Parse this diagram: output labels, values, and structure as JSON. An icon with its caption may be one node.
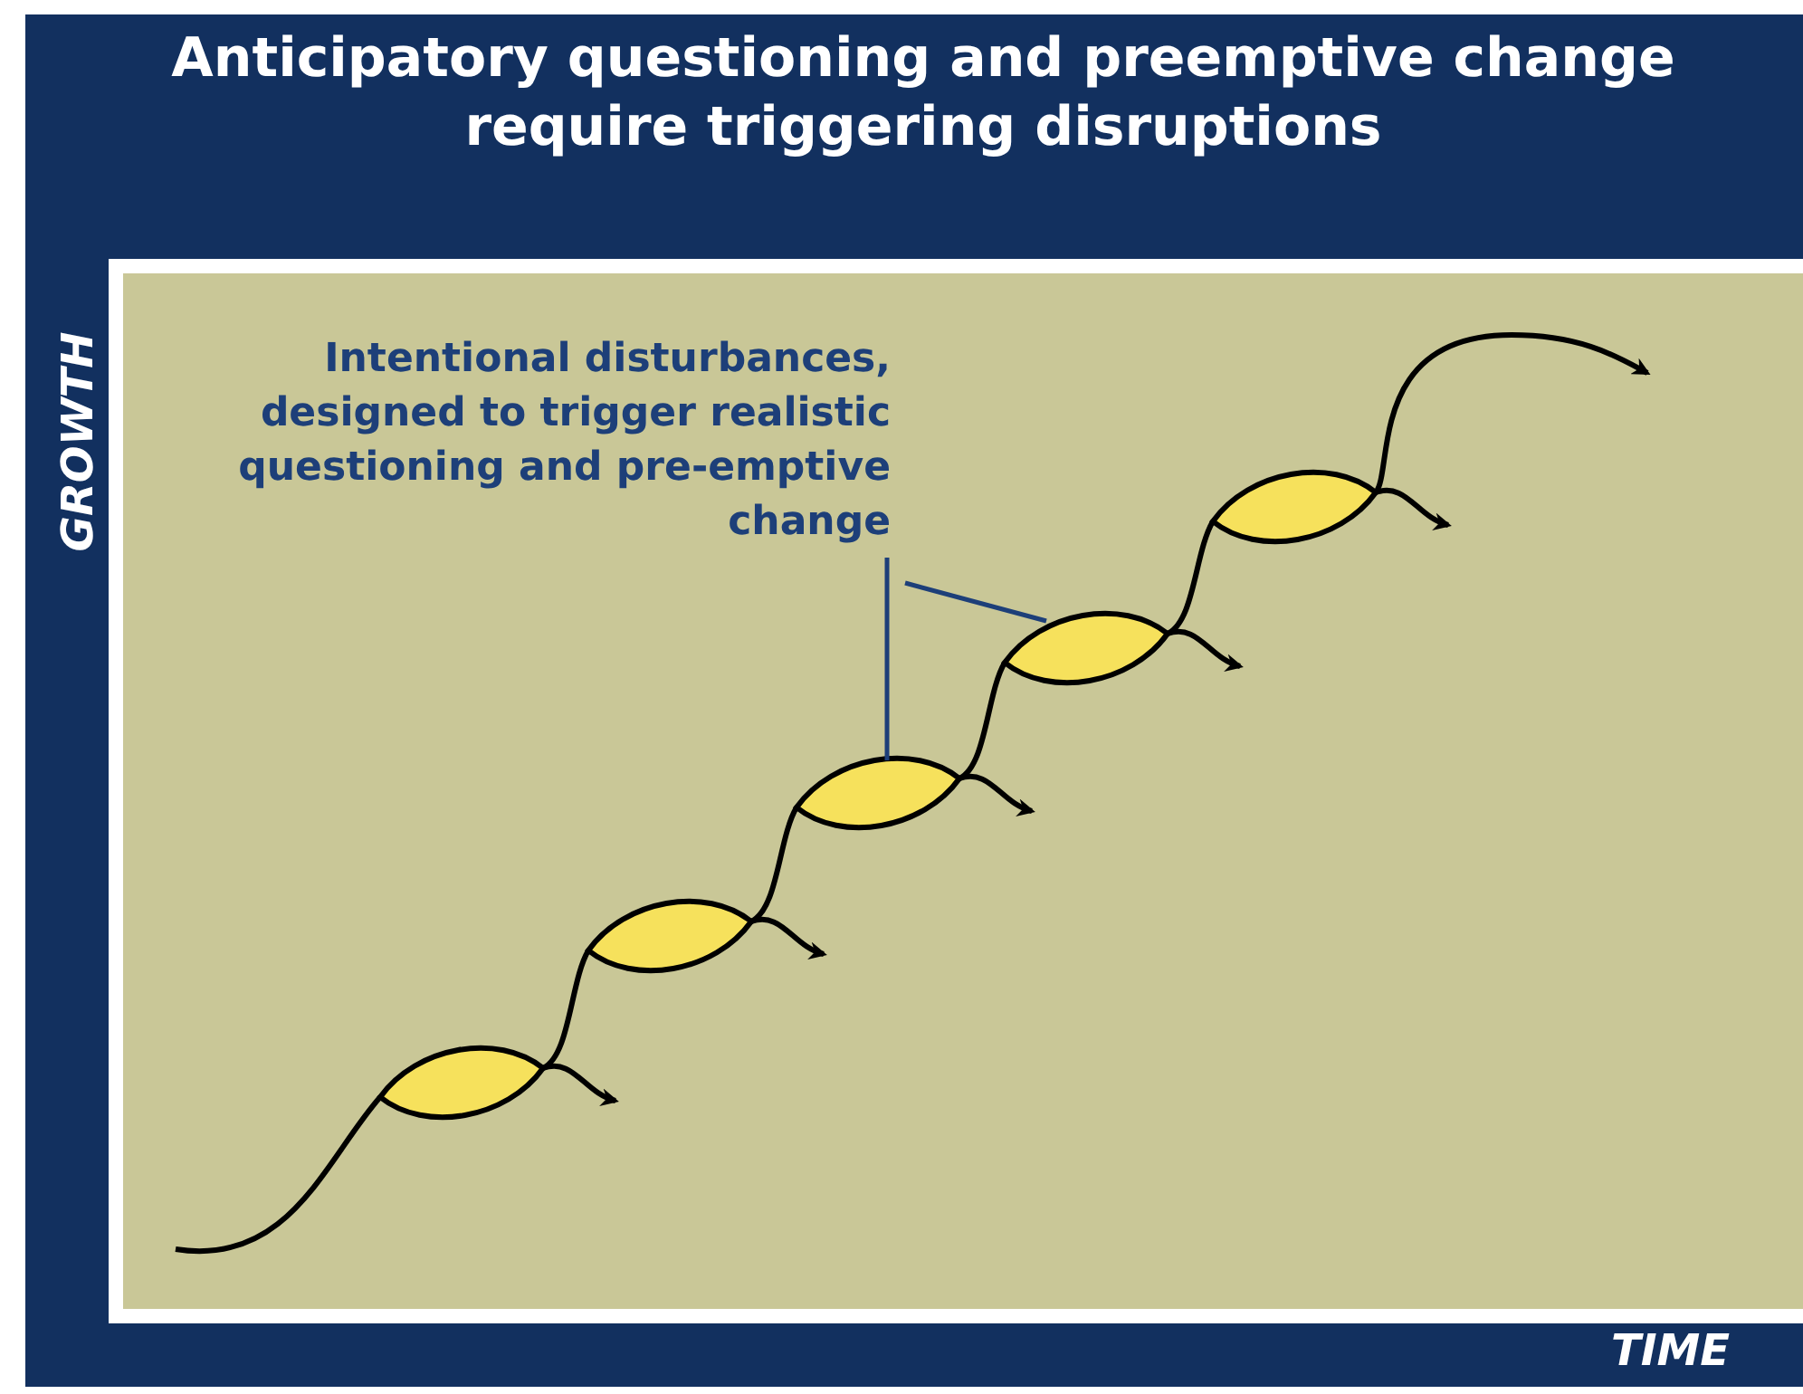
{
  "diagram": {
    "title": "Anticipatory questioning and preemptive change require triggering disruptions",
    "nodes": [
      {
        "text": [
          "Intentional disturbances, designed to trigger realistic questioning and pre-emptive change"
        ]
      },
      {
        "text": [],
        "shape": "ellipse"
      },
      {
        "text": [],
        "shape": "ellipse"
      },
      {
        "text": [],
        "shape": "ellipse"
      },
      {
        "text": [],
        "shape": "ellipse"
      },
      {
        "text": [],
        "shape": "ellipse"
      }
    ],
    "edges": [
      {
        "from": 0,
        "to": 3,
        "arrow": "none"
      },
      {
        "from": 0,
        "to": 4,
        "arrow": "none"
      }
    ],
    "labels": [
      "GROWTH",
      "TIME"
    ]
  }
}
